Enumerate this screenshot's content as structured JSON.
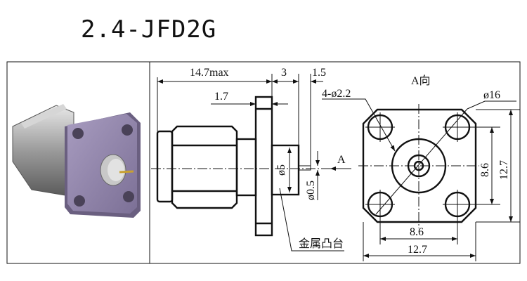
{
  "title": "2.4-JFD2G",
  "side_view": {
    "dim_length": "14.7max",
    "dim_boss": "3",
    "dim_pin": "1.5",
    "dim_flange": "1.7",
    "dim_boss_dia": "ø5",
    "dim_pin_dia": "ø0.5",
    "callout": "金属凸台",
    "view_arrow": "A"
  },
  "front_view": {
    "view_label": "A向",
    "holes": "4-ø2.2",
    "bolt_circle": "ø16",
    "hole_spacing_v": "8.6",
    "flange_size_v": "12.7",
    "hole_spacing_h": "8.6",
    "flange_size_h": "12.7"
  }
}
